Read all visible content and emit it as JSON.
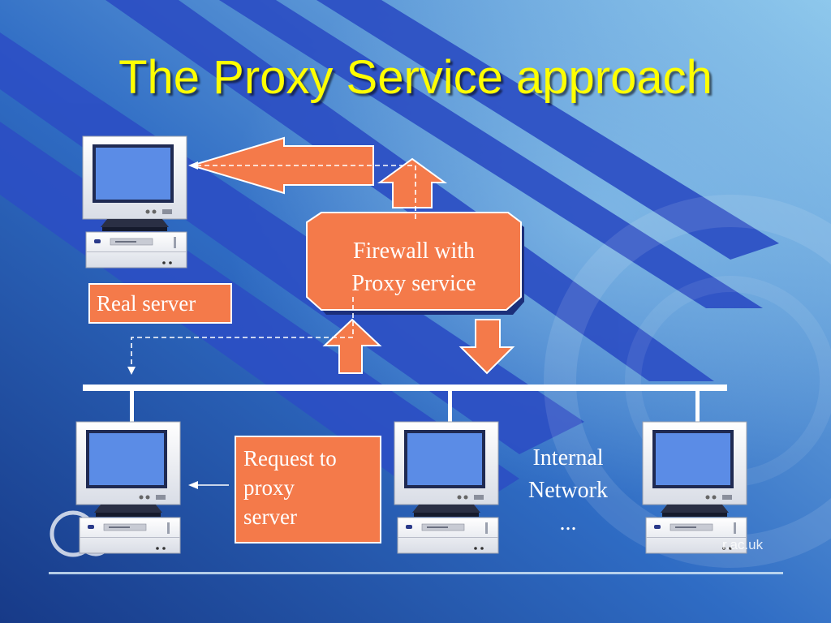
{
  "slide": {
    "title": "The Proxy Service approach",
    "labels": {
      "real_server": "Real server",
      "firewall_line1": "Firewall with",
      "firewall_line2": "Proxy service",
      "request_line1": "Request to",
      "request_line2": "proxy",
      "request_line3": "server",
      "internal_line1": "Internal",
      "internal_line2": "Network",
      "internal_line3": "...",
      "footer_domain": "r.ac.uk"
    },
    "colors": {
      "title": "#ffff00",
      "box_fill": "#f47a4a",
      "background_dark": "#1a3f8f",
      "background_light": "#5fb0e0",
      "stripe": "#2a4fc0"
    },
    "icons": [
      "computer-icon",
      "logo-icon"
    ]
  }
}
